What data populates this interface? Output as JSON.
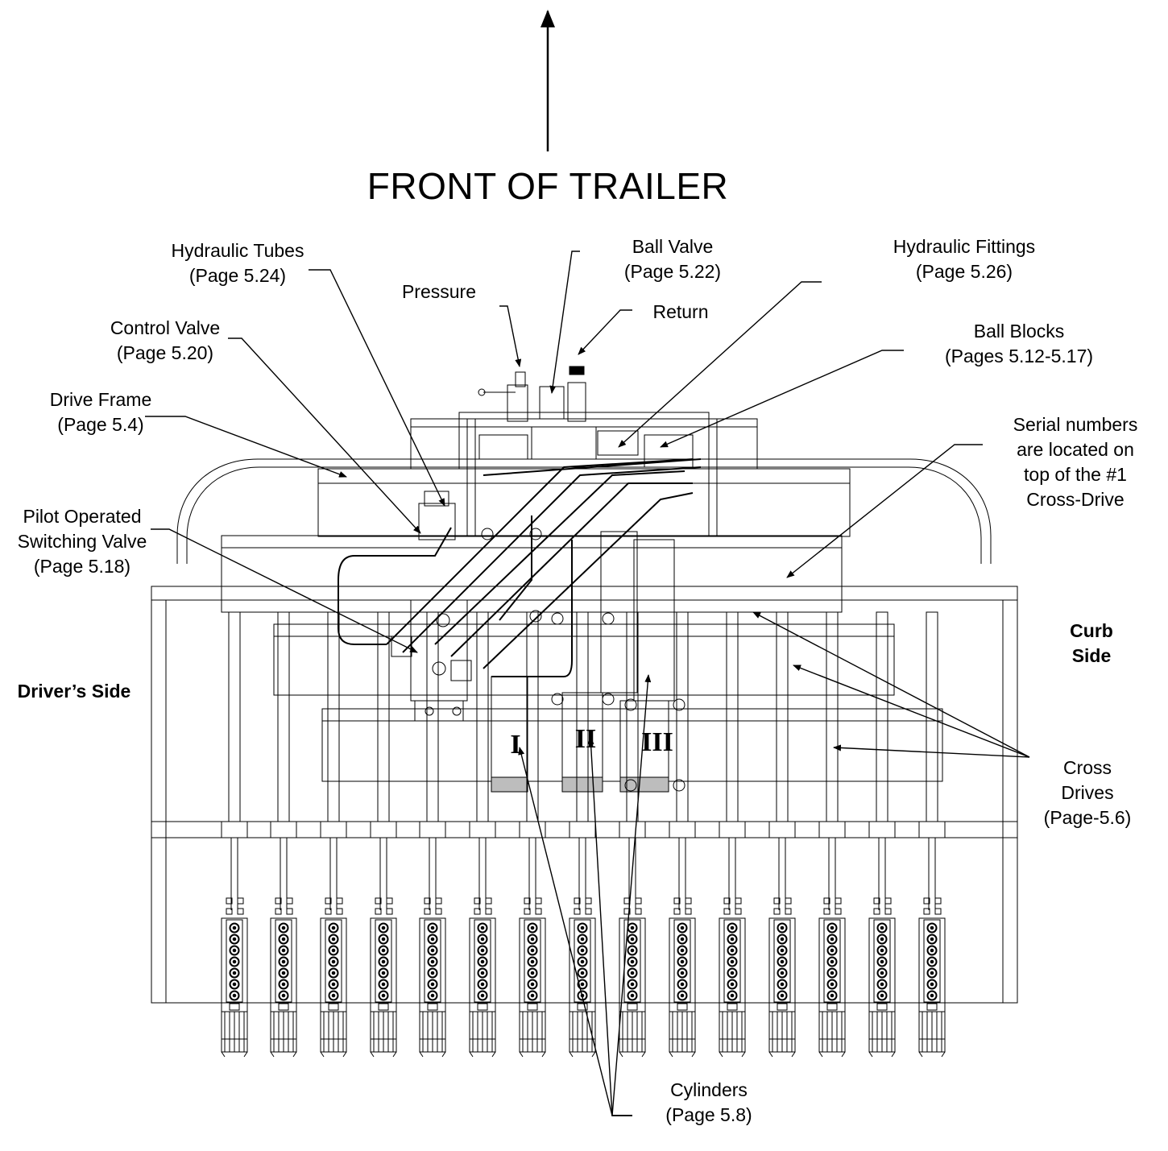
{
  "title": "FRONT OF TRAILER",
  "labels": {
    "hydraulic_tubes": [
      "Hydraulic Tubes",
      "(Page 5.24)"
    ],
    "ball_valve": [
      "Ball Valve",
      "(Page 5.22)"
    ],
    "hydraulic_fittings": [
      "Hydraulic Fittings",
      "(Page 5.26)"
    ],
    "pressure": [
      "Pressure"
    ],
    "return": [
      "Return"
    ],
    "control_valve": [
      "Control Valve",
      "(Page 5.20)"
    ],
    "ball_blocks": [
      "Ball Blocks",
      "(Pages 5.12-5.17)"
    ],
    "drive_frame": [
      "Drive Frame",
      "(Page 5.4)"
    ],
    "serial_numbers": [
      "Serial numbers",
      "are located on",
      "top of the #1",
      "Cross-Drive"
    ],
    "pilot_valve": [
      "Pilot Operated",
      "Switching Valve",
      "(Page 5.18)"
    ],
    "curb_side": [
      "Curb",
      "Side"
    ],
    "drivers_side": [
      "Driver’s Side"
    ],
    "cross_drives": [
      "Cross",
      "Drives",
      "(Page-5.6)"
    ],
    "cylinders": [
      "Cylinders",
      "(Page 5.8)"
    ]
  },
  "drive_numerals": [
    "I",
    "II",
    "III"
  ]
}
